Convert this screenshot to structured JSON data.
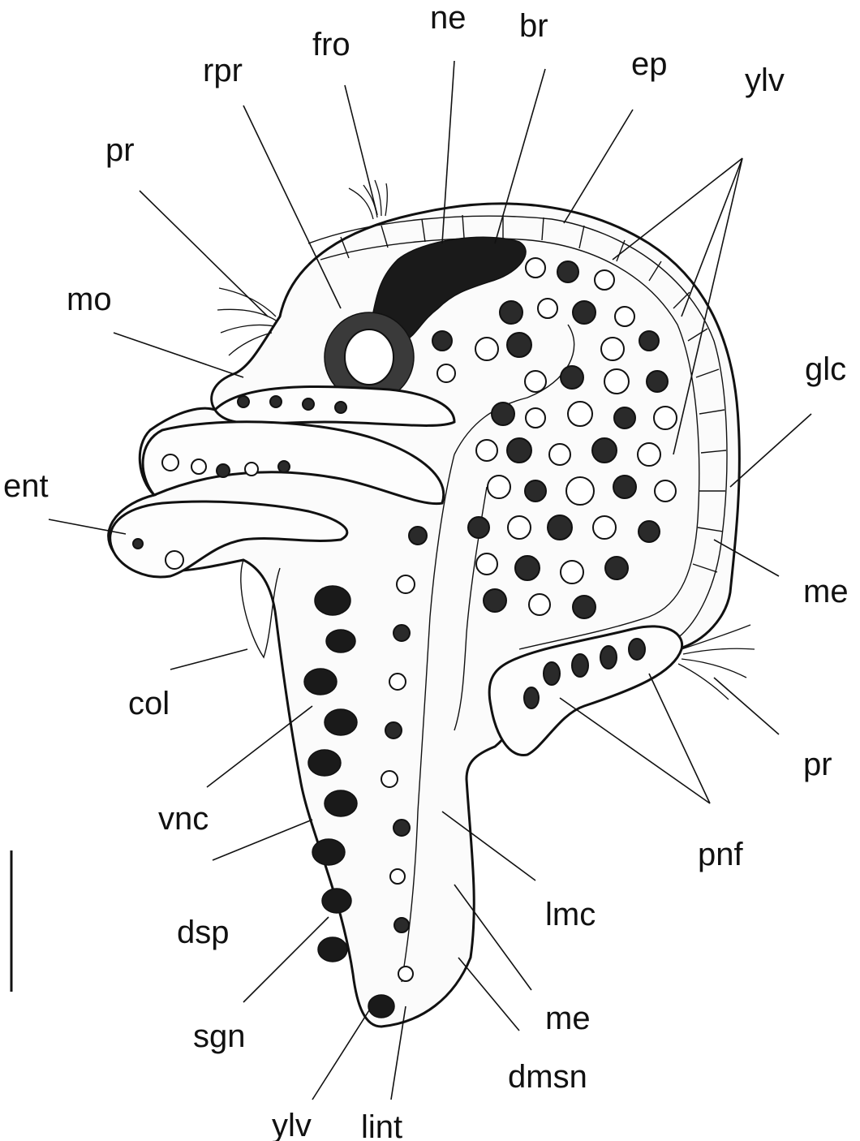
{
  "labels": {
    "ne": "ne",
    "br": "br",
    "fro": "fro",
    "rpr": "rpr",
    "ep": "ep",
    "ylv_top": "ylv",
    "pr_left": "pr",
    "mo": "mo",
    "glc": "glc",
    "ent": "ent",
    "me_right": "me",
    "col": "col",
    "pr_right": "pr",
    "vnc": "vnc",
    "pnf": "pnf",
    "lmc": "lmc",
    "dsp": "dsp",
    "me_lower": "me",
    "sgn": "sgn",
    "dmsn": "dmsn",
    "ylv_bottom": "ylv",
    "lint": "lint"
  },
  "scale_bar": "scale-bar"
}
